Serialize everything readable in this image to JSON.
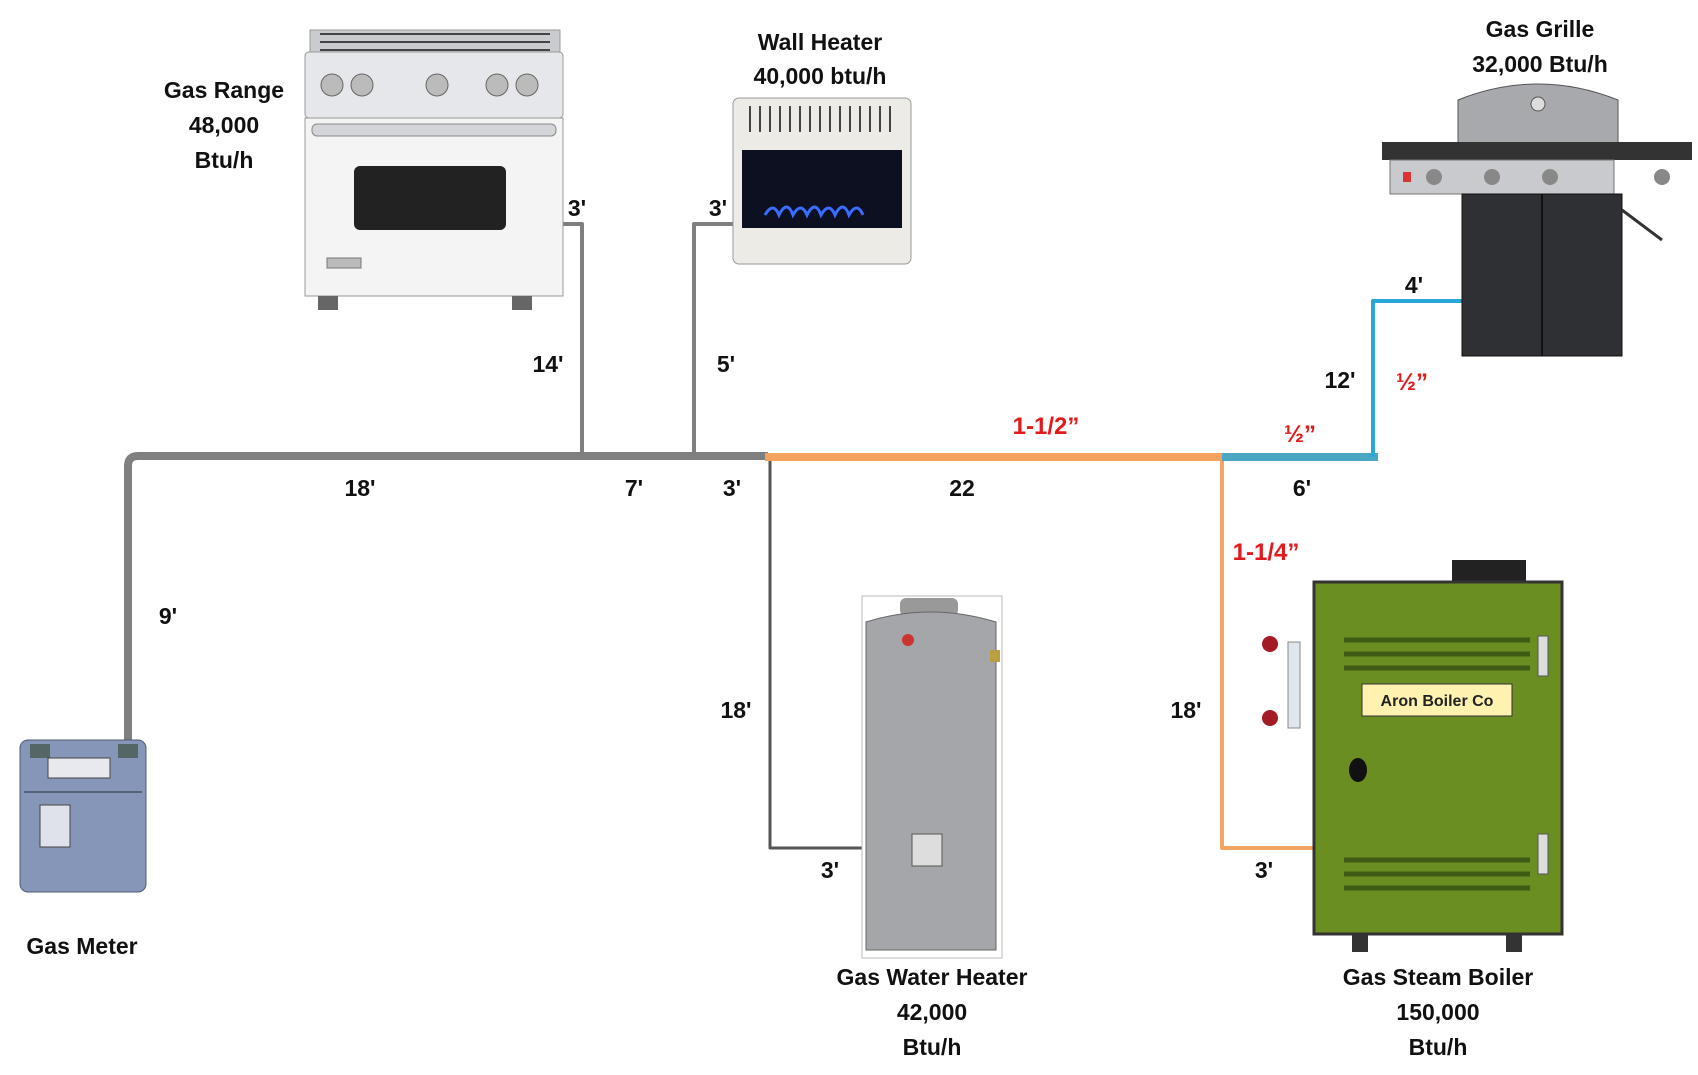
{
  "colors": {
    "gray_pipe": "#7f7f7f",
    "orange_pipe": "#f4a460",
    "blue_pipe": "#2aa7d9",
    "teal_pipe": "#4aa7c4",
    "size_label": "#e31a1c"
  },
  "appliances": {
    "gas_range": {
      "name": "Gas Range",
      "rating": "48,000",
      "unit": "Btu/h"
    },
    "wall_heater": {
      "name": "Wall Heater",
      "rating": "40,000 btu/h"
    },
    "gas_grille": {
      "name": "Gas Grille",
      "rating": "32,000 Btu/h"
    },
    "gas_meter": {
      "name": "Gas Meter"
    },
    "water_heater": {
      "name": "Gas Water Heater",
      "rating": "42,000",
      "unit": "Btu/h"
    },
    "steam_boiler": {
      "name": "Gas Steam Boiler",
      "rating": "150,000",
      "unit": "Btu/h",
      "plate": "Aron Boiler Co"
    }
  },
  "pipe_lengths": {
    "range_drop": "3'",
    "range_riser": "14'",
    "heater_drop": "3'",
    "heater_riser": "5'",
    "main_18": "18'",
    "main_7": "7'",
    "main_3": "3'",
    "main_22": "22",
    "main_6": "6'",
    "meter_riser": "9'",
    "wh_riser": "18'",
    "wh_drop": "3'",
    "boiler_riser": "18'",
    "boiler_drop": "3'",
    "grille_riser": "12'",
    "grille_drop": "4'"
  },
  "pipe_sizes": {
    "main_orange": "1-1/2”",
    "main_teal": "½”",
    "grille_branch": "½”",
    "boiler_branch": "1-1/4”"
  }
}
